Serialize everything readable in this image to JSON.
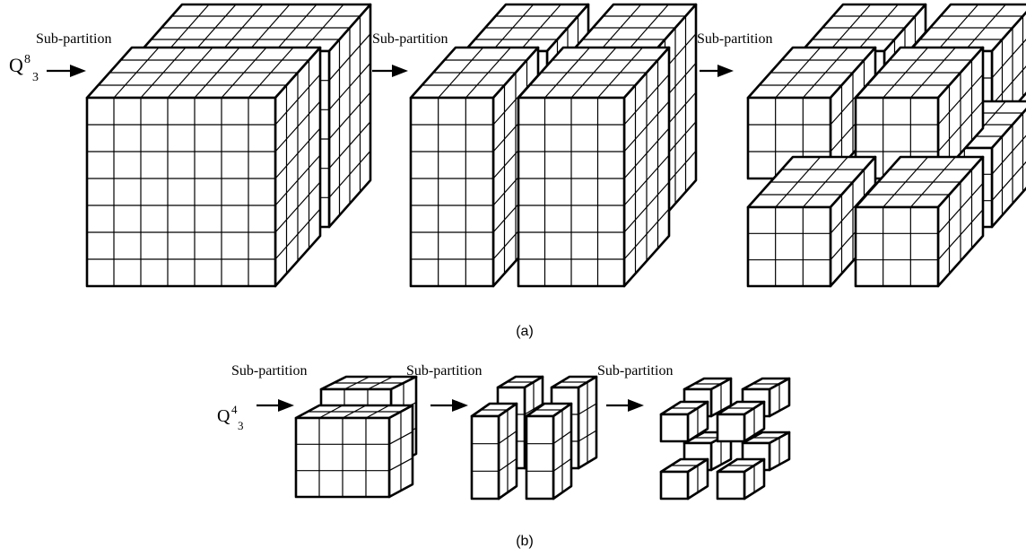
{
  "panel_a": {
    "input_symbol": "Q",
    "input_superscript": "8",
    "input_subscript": "3",
    "step_labels": [
      "Sub-partition",
      "Sub-partition",
      "Sub-partition"
    ],
    "caption": "(a)"
  },
  "panel_b": {
    "input_symbol": "Q",
    "input_superscript": "4",
    "input_subscript": "3",
    "step_labels": [
      "Sub-partition",
      "Sub-partition",
      "Sub-partition"
    ],
    "caption": "(b)"
  }
}
